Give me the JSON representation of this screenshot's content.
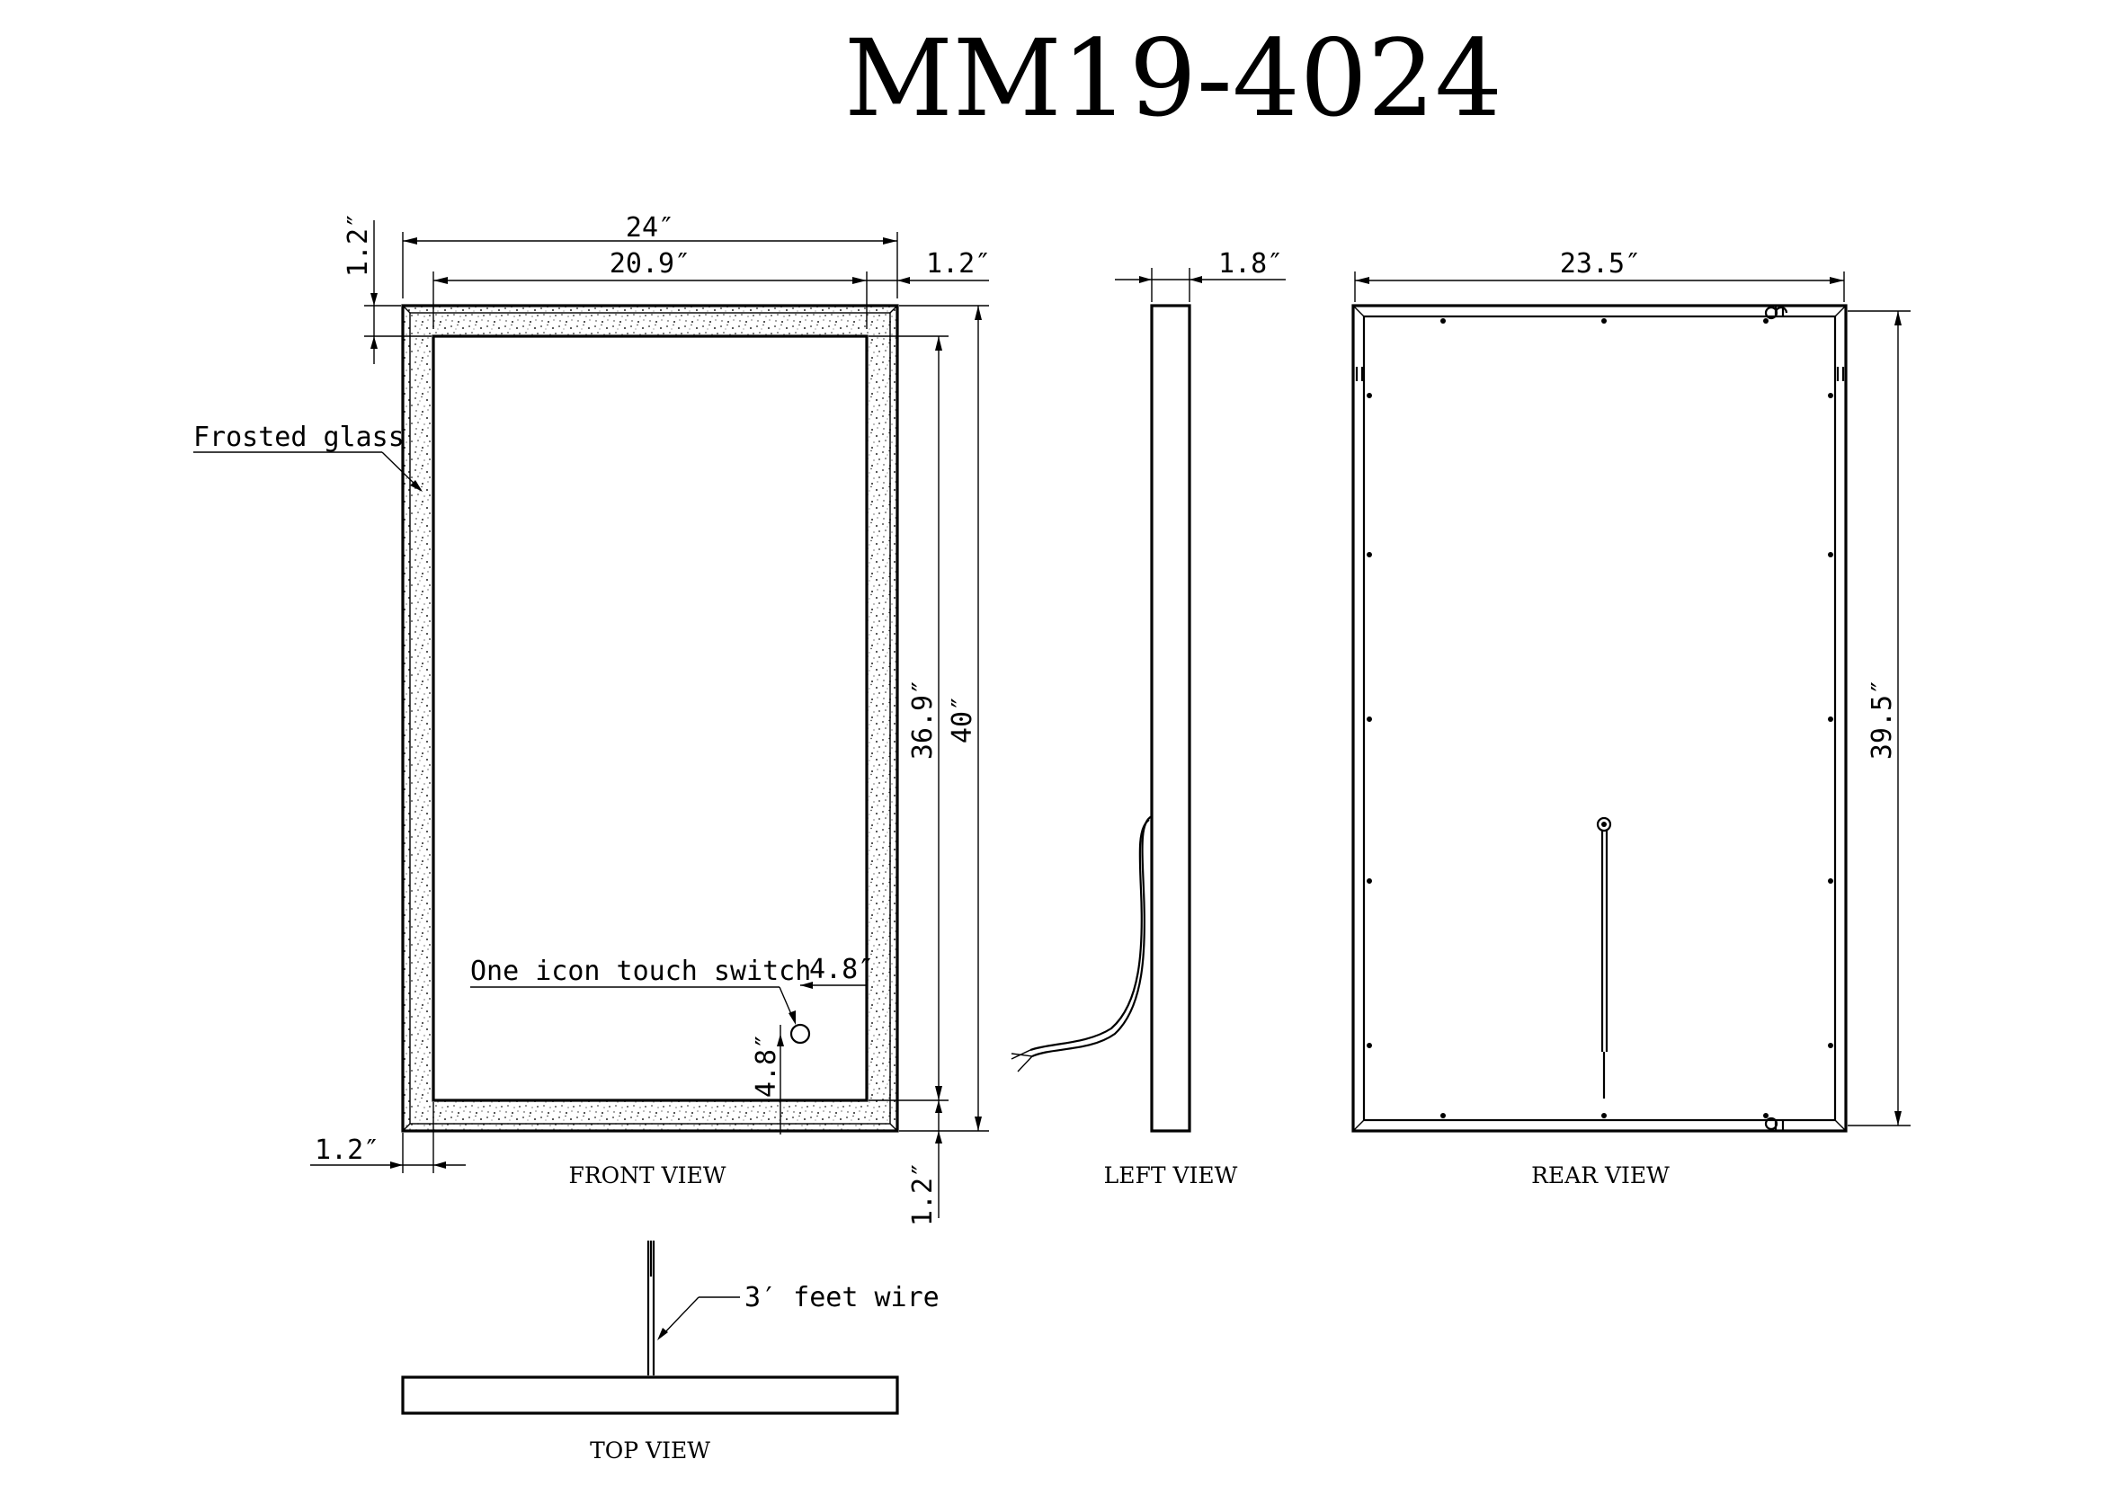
{
  "title": "MM19-4024",
  "front_view": {
    "label": "FRONT VIEW",
    "dims": {
      "width": "24″",
      "inner_width": "20.9″",
      "top_frame": "1.2″",
      "right_frame": "1.2″",
      "left_frame": "1.2″",
      "bottom_frame": "1.2″",
      "inner_height": "36.9″",
      "height": "40″",
      "switch_from_right": "4.8″",
      "switch_from_bottom": "4.8″"
    },
    "notes": {
      "frosted": "Frosted glass",
      "switch": "One icon touch switch"
    }
  },
  "left_view": {
    "label": "LEFT VIEW",
    "dims": {
      "depth": "1.8″"
    }
  },
  "rear_view": {
    "label": "REAR VIEW",
    "dims": {
      "width": "23.5″",
      "height": "39.5″"
    }
  },
  "top_view": {
    "label": "TOP VIEW",
    "notes": {
      "wire": "3′ feet wire"
    }
  }
}
